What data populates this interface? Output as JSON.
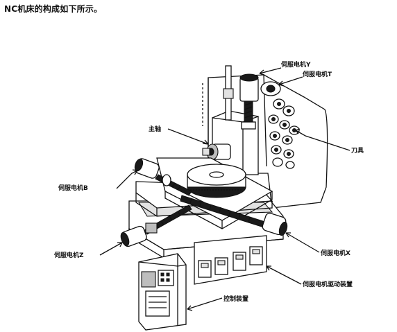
{
  "heading": "NC机床的构成如下所示。",
  "labels": {
    "servo_y": "伺服电机Y",
    "servo_t": "伺服电机T",
    "spindle": "主轴",
    "tool": "刀具",
    "servo_b": "伺服电机B",
    "servo_z": "伺服电机Z",
    "servo_x": "伺服电机X",
    "servo_drive": "伺服电机驱动装置",
    "control": "控制装置"
  }
}
